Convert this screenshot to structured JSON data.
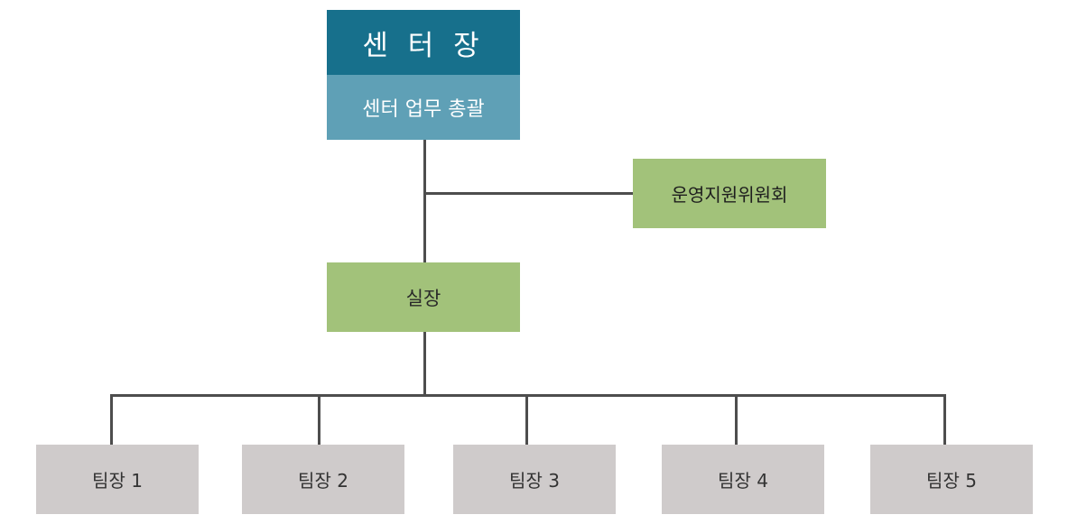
{
  "org_chart": {
    "director": {
      "title": "센 터 장",
      "description": "센터 업무 총괄"
    },
    "committee": {
      "label": "운영지원위원회"
    },
    "office_chief": {
      "label": "실장"
    },
    "teams": [
      {
        "label": "팀장 1"
      },
      {
        "label": "팀장 2"
      },
      {
        "label": "팀장 3"
      },
      {
        "label": "팀장 4"
      },
      {
        "label": "팀장 5"
      }
    ]
  },
  "colors": {
    "director_title_bg": "#17708c",
    "director_desc_bg": "#5fa0b6",
    "green_box_bg": "#a2c27a",
    "team_box_bg": "#cfcbcb",
    "connector": "#4d4d4d"
  }
}
